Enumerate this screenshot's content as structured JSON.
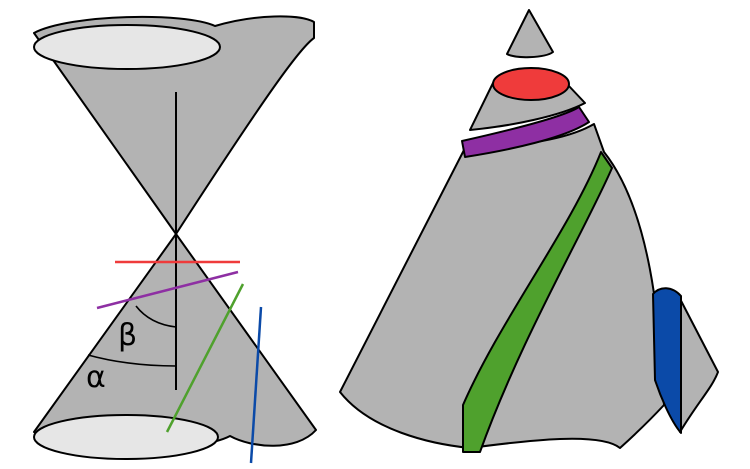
{
  "figure": {
    "labels": {
      "alpha": "α",
      "beta": "β"
    },
    "colors": {
      "cone_fill": "#b3b3b3",
      "rim_fill": "#e6e6e6",
      "outline": "#000000",
      "circle": "#ef3b3b",
      "ellipse": "#8e2fa3",
      "parabola": "#4fa12d",
      "hyperbola": "#0b4aa8"
    },
    "sections": [
      "circle",
      "ellipse",
      "parabola",
      "hyperbola"
    ]
  }
}
